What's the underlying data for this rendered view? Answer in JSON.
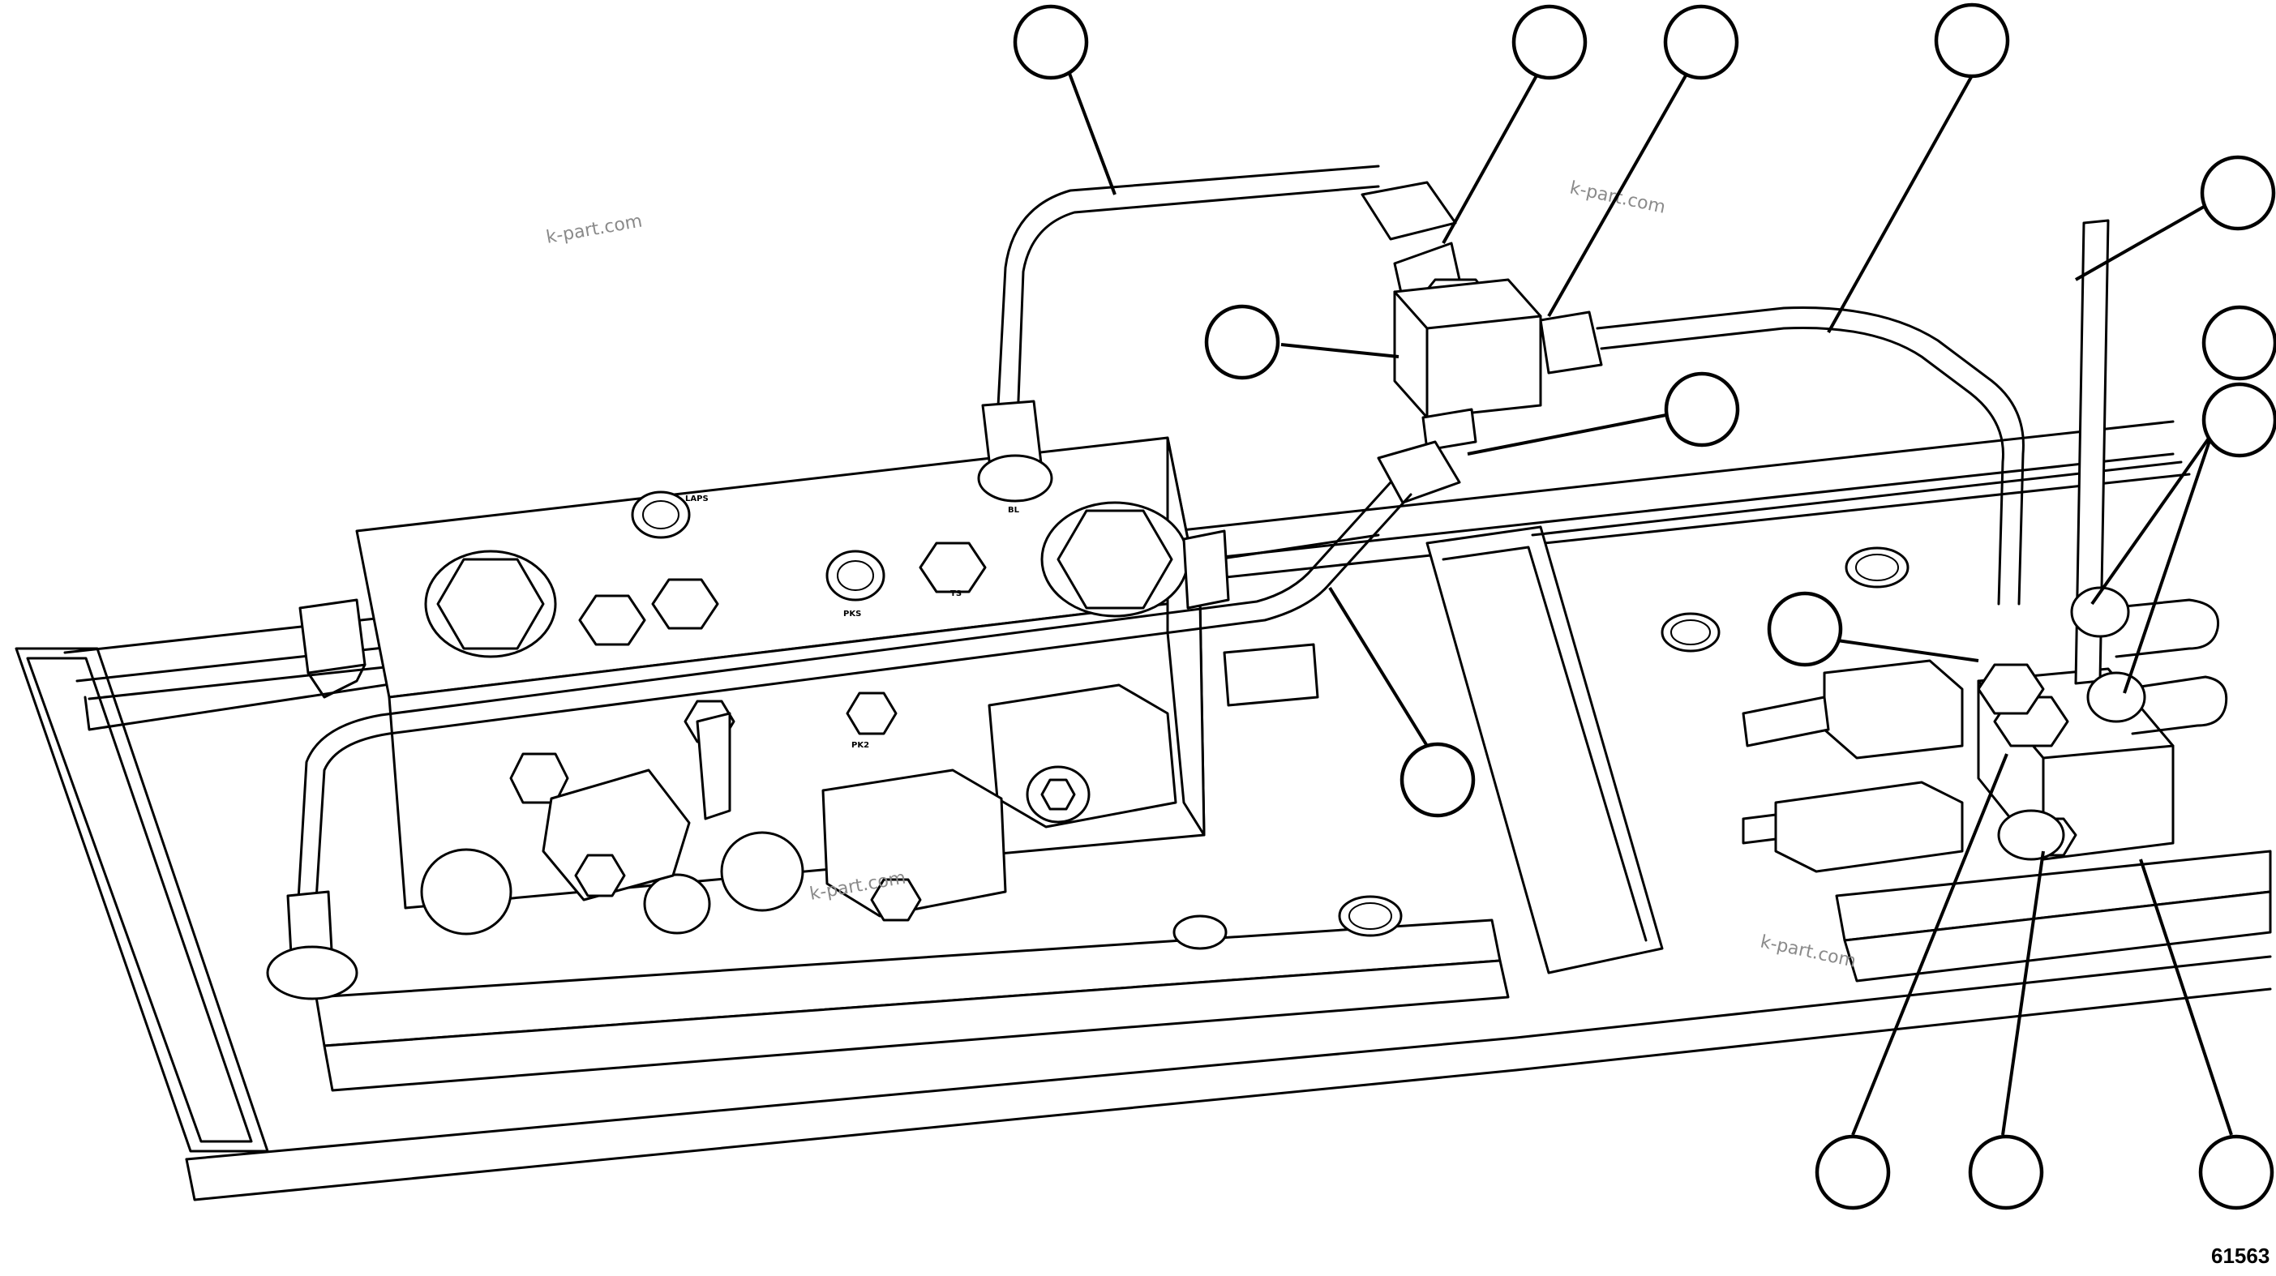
{
  "watermarks": [
    "k-part.com",
    "k-part.com",
    "k-part.com",
    "k-part.com"
  ],
  "port_labels": {
    "laps": "LAPS",
    "bl": "BL",
    "pks": "PKS",
    "ts": "TS",
    "pk2": "PK2"
  },
  "figure_number": "61563",
  "callouts": [
    "",
    "",
    "",
    "",
    "",
    "",
    "",
    "",
    "",
    "",
    "",
    "",
    "",
    "",
    ""
  ]
}
